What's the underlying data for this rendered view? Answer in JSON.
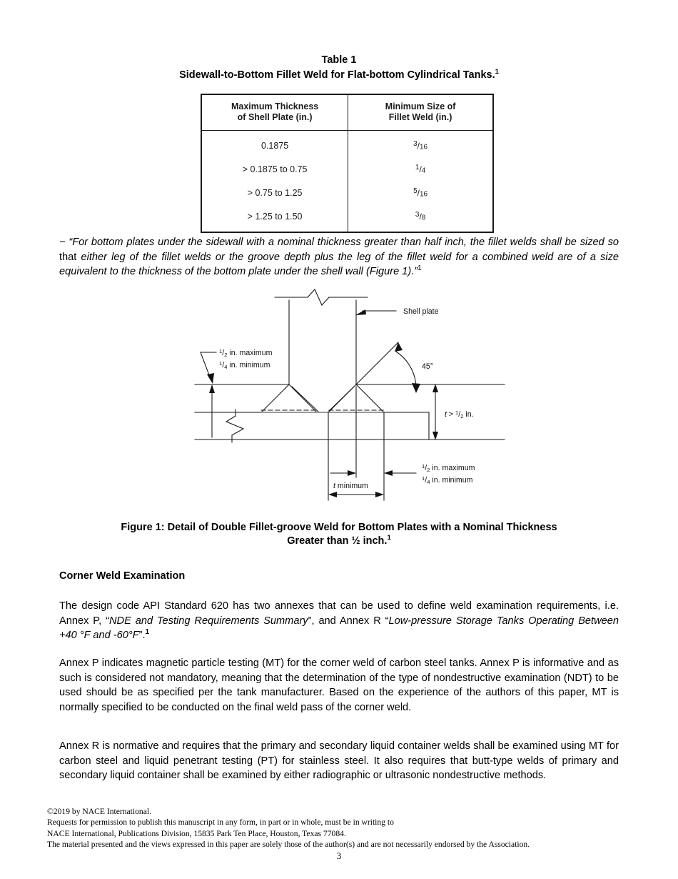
{
  "table": {
    "label": "Table 1",
    "caption": "Sidewall-to-Bottom Fillet Weld for Flat-bottom Cylindrical Tanks.",
    "caption_ref": "1",
    "headers": [
      "Maximum Thickness of Shell Plate (in.)",
      "Minimum Size of Fillet Weld (in.)"
    ],
    "header_lines": [
      [
        "Maximum Thickness",
        "of Shell Plate (in.)"
      ],
      [
        "Minimum Size of",
        "Fillet Weld (in.)"
      ]
    ],
    "rows": [
      {
        "thickness": "0.1875",
        "weld_num": "3",
        "weld_den": "16"
      },
      {
        "thickness": "> 0.1875 to 0.75",
        "weld_num": "1",
        "weld_den": "4"
      },
      {
        "thickness": "> 0.75 to 1.25",
        "weld_num": "5",
        "weld_den": "16"
      },
      {
        "thickness": "> 1.25 to 1.50",
        "weld_num": "3",
        "weld_den": "8"
      }
    ]
  },
  "quote": {
    "dash": "− ",
    "part1": "“For bottom plates under the sidewall with a nominal thickness greater than half inch, the fillet welds shall be sized so",
    "part_nonital": " that ",
    "part2": "either leg of the fillet welds or the groove depth plus the leg of the fillet weld for a combined weld are of a size equivalent to the thickness of the bottom plate under the shell wall (Figure 1).”",
    "ref": "1"
  },
  "figure": {
    "labels": {
      "shell_plate": "Shell plate",
      "angle": "45°",
      "t_minimum": "t minimum",
      "half_max": "in. maximum",
      "quarter_min": "in. minimum",
      "thickness_t": "t >",
      "inch": "in.",
      "frac_half_num": "1",
      "frac_half_den": "2",
      "frac_quarter_num": "1",
      "frac_quarter_den": "4"
    },
    "caption_line1": "Figure 1:  Detail of Double Fillet-groove Weld for Bottom Plates with a Nominal Thickness",
    "caption_line2": "Greater than ½ inch.",
    "caption_ref": "1"
  },
  "section": {
    "heading": "Corner Weld Examination"
  },
  "paragraphs": {
    "p1_a": "The design code API Standard 620 has two annexes that can be used to define weld examination requirements, i.e. Annex P, “",
    "p1_i1": "NDE and Testing Requirements Summary",
    "p1_b": "”, and Annex R “",
    "p1_i2": "Low-pressure Storage Tanks Operating Between +40 °F and -60°F",
    "p1_c": "”.",
    "p1_ref": "1",
    "p2": "Annex P indicates magnetic particle testing (MT) for the corner weld of carbon steel tanks. Annex P is informative and as such is considered not mandatory, meaning that the determination of the type of nondestructive examination (NDT) to be used should be as specified per the tank manufacturer. Based on the experience of the authors of this paper, MT is normally specified to be conducted on the final weld pass of the corner weld.",
    "p3": "Annex R is normative and requires that the primary and secondary liquid container welds shall be examined using MT for carbon steel and liquid penetrant testing (PT) for stainless steel. It also requires that butt-type welds of primary and secondary liquid container shall be examined by either radiographic or ultrasonic nondestructive methods."
  },
  "footer": {
    "line1": "©2019 by NACE International.",
    "line2": "Requests for permission to publish this manuscript in any form, in part or in whole, must be in writing to",
    "line3": "NACE International, Publications Division, 15835 Park Ten Place, Houston, Texas 77084.",
    "line4": "The material presented and the views expressed in this paper are solely those of the author(s) and are not necessarily endorsed by the Association.",
    "page_number": "3"
  },
  "colors": {
    "ink": "#000000",
    "table_border": "#1a1a1a",
    "figure_line": "#111111",
    "figure_gray": "#9a9a9a"
  }
}
